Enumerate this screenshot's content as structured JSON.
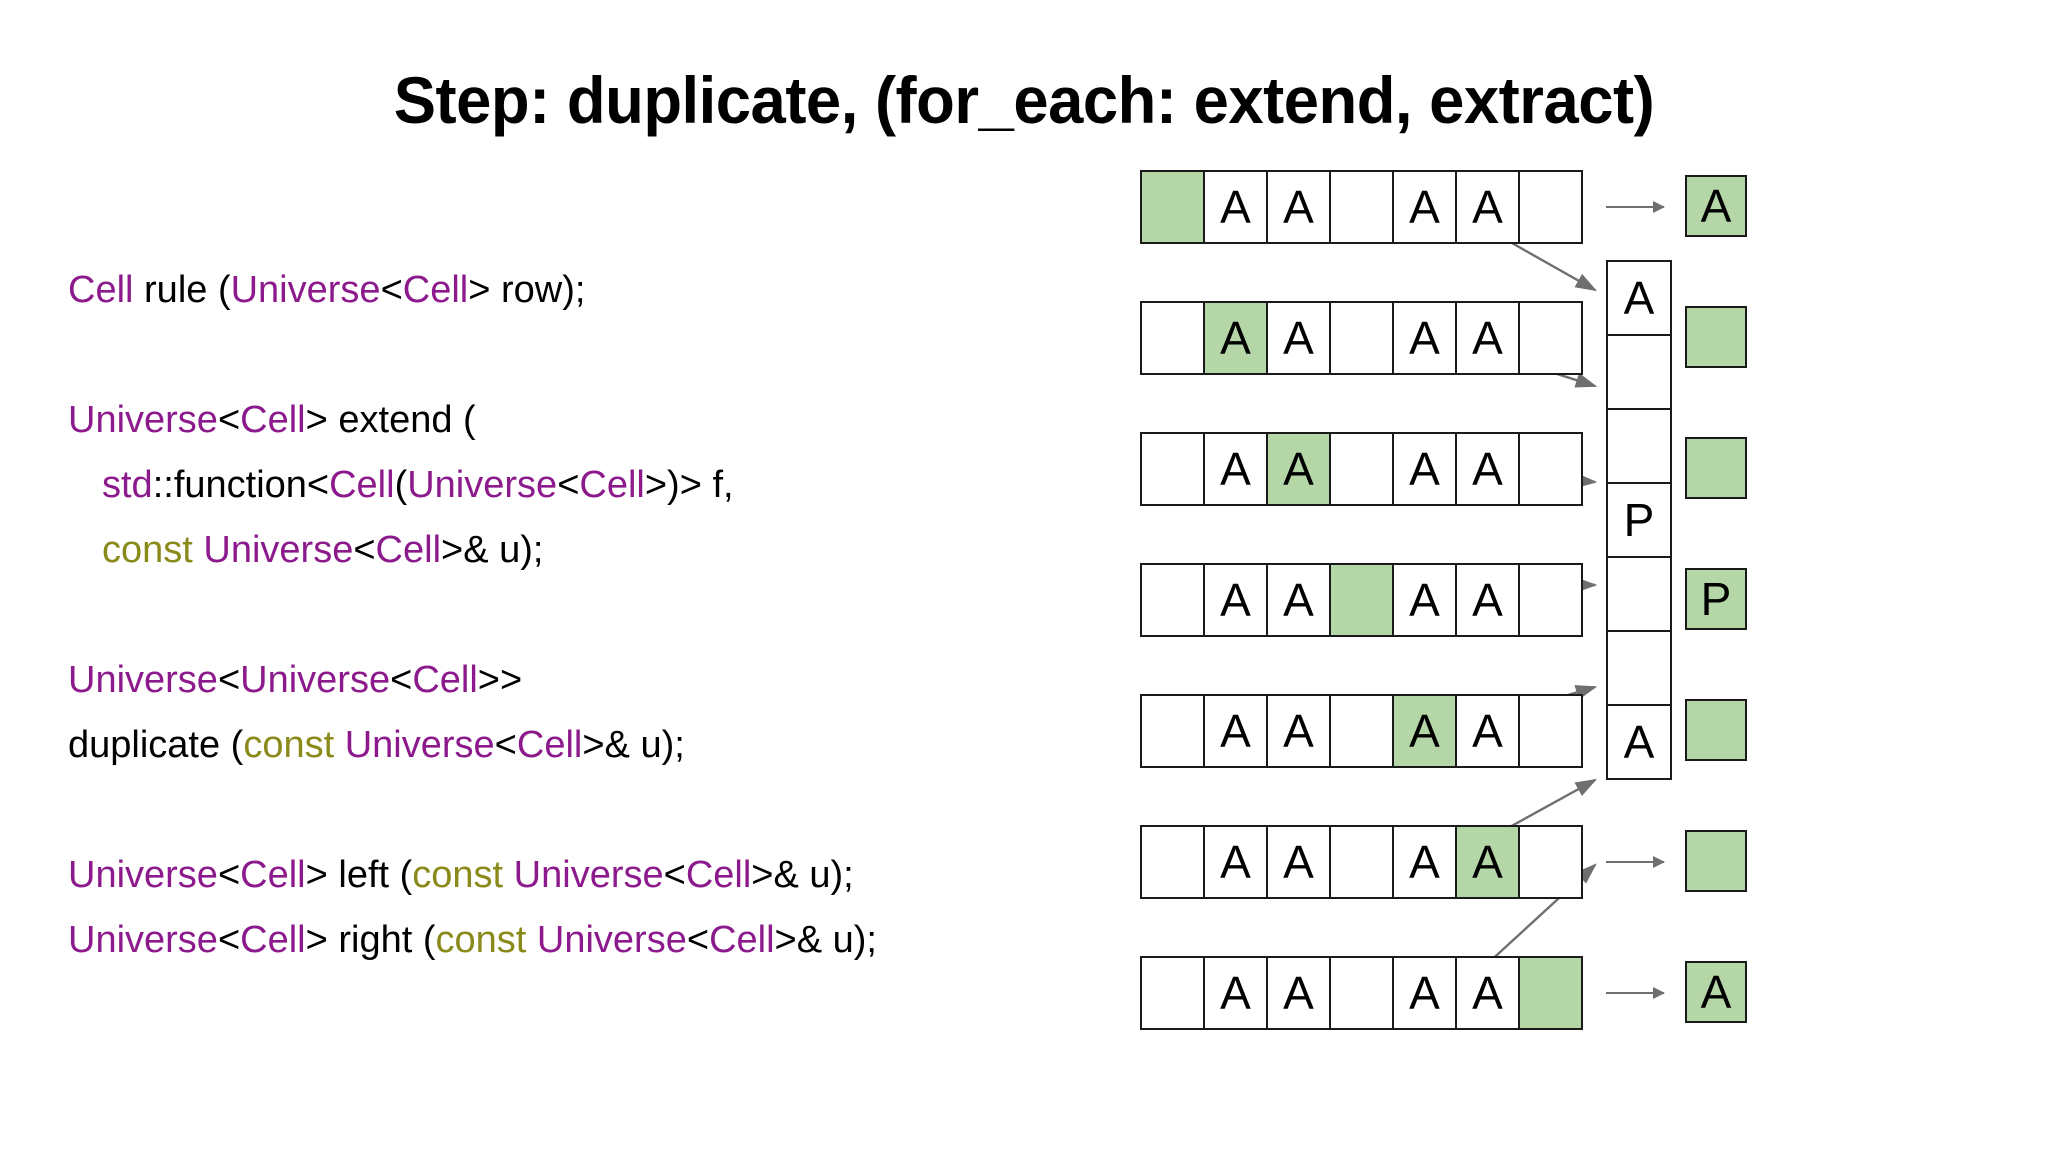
{
  "slide": {
    "title": "Step: duplicate, (for_each: extend, extract)",
    "background": "#ffffff"
  },
  "colors": {
    "type": "#8c1a8c",
    "keyword": "#8a8a1a",
    "plain": "#000000",
    "highlight": "#b5d6a7",
    "border": "#1a1a1a",
    "arrow": "#6f6f6f"
  },
  "code": {
    "lines": [
      {
        "id": "line-rule",
        "tokens": [
          {
            "t": "Cell",
            "c": "tp"
          },
          {
            "t": " rule (",
            "c": "pl"
          },
          {
            "t": "Universe",
            "c": "tp"
          },
          {
            "t": "<",
            "c": "pl"
          },
          {
            "t": "Cell",
            "c": "tp"
          },
          {
            "t": "> row);",
            "c": "pl"
          }
        ]
      },
      {
        "id": "blank-1",
        "tokens": []
      },
      {
        "id": "line-extend",
        "tokens": [
          {
            "t": "Universe",
            "c": "tp"
          },
          {
            "t": "<",
            "c": "pl"
          },
          {
            "t": "Cell",
            "c": "tp"
          },
          {
            "t": "> extend (",
            "c": "pl"
          }
        ]
      },
      {
        "id": "line-extend-arg1",
        "indent": true,
        "tokens": [
          {
            "t": "std",
            "c": "tp"
          },
          {
            "t": "::function<",
            "c": "pl"
          },
          {
            "t": "Cell",
            "c": "tp"
          },
          {
            "t": "(",
            "c": "pl"
          },
          {
            "t": "Universe",
            "c": "tp"
          },
          {
            "t": "<",
            "c": "pl"
          },
          {
            "t": "Cell",
            "c": "tp"
          },
          {
            "t": ">)> f,",
            "c": "pl"
          }
        ]
      },
      {
        "id": "line-extend-arg2",
        "indent": true,
        "tokens": [
          {
            "t": "const",
            "c": "kw"
          },
          {
            "t": " ",
            "c": "pl"
          },
          {
            "t": "Universe",
            "c": "tp"
          },
          {
            "t": "<",
            "c": "pl"
          },
          {
            "t": "Cell",
            "c": "tp"
          },
          {
            "t": ">& u);",
            "c": "pl"
          }
        ]
      },
      {
        "id": "blank-2",
        "tokens": []
      },
      {
        "id": "line-dup-ret",
        "tokens": [
          {
            "t": "Universe",
            "c": "tp"
          },
          {
            "t": "<",
            "c": "pl"
          },
          {
            "t": "Universe",
            "c": "tp"
          },
          {
            "t": "<",
            "c": "pl"
          },
          {
            "t": "Cell",
            "c": "tp"
          },
          {
            "t": ">>",
            "c": "pl"
          }
        ]
      },
      {
        "id": "line-dup-sig",
        "tokens": [
          {
            "t": "duplicate (",
            "c": "pl"
          },
          {
            "t": "const",
            "c": "kw"
          },
          {
            "t": " ",
            "c": "pl"
          },
          {
            "t": "Universe",
            "c": "tp"
          },
          {
            "t": "<",
            "c": "pl"
          },
          {
            "t": "Cell",
            "c": "tp"
          },
          {
            "t": ">& u);",
            "c": "pl"
          }
        ]
      },
      {
        "id": "blank-3",
        "tokens": []
      },
      {
        "id": "line-left",
        "tokens": [
          {
            "t": "Universe",
            "c": "tp"
          },
          {
            "t": "<",
            "c": "pl"
          },
          {
            "t": "Cell",
            "c": "tp"
          },
          {
            "t": "> left (",
            "c": "pl"
          },
          {
            "t": "const",
            "c": "kw"
          },
          {
            "t": " ",
            "c": "pl"
          },
          {
            "t": "Universe",
            "c": "tp"
          },
          {
            "t": "<",
            "c": "pl"
          },
          {
            "t": "Cell",
            "c": "tp"
          },
          {
            "t": ">& u);",
            "c": "pl"
          }
        ]
      },
      {
        "id": "line-right",
        "tokens": [
          {
            "t": "Universe",
            "c": "tp"
          },
          {
            "t": "<",
            "c": "pl"
          },
          {
            "t": "Cell",
            "c": "tp"
          },
          {
            "t": "> right (",
            "c": "pl"
          },
          {
            "t": "const",
            "c": "kw"
          },
          {
            "t": " ",
            "c": "pl"
          },
          {
            "t": "Universe",
            "c": "tp"
          },
          {
            "t": "<",
            "c": "pl"
          },
          {
            "t": "Cell",
            "c": "tp"
          },
          {
            "t": ">& u);",
            "c": "pl"
          }
        ]
      }
    ]
  },
  "diagram": {
    "row_pattern": [
      "",
      "A",
      "A",
      "",
      "A",
      "A",
      ""
    ],
    "rows": [
      {
        "index": 0,
        "highlight": 0,
        "result": "A"
      },
      {
        "index": 1,
        "highlight": 1,
        "result": ""
      },
      {
        "index": 2,
        "highlight": 2,
        "result": ""
      },
      {
        "index": 3,
        "highlight": 3,
        "result": "P"
      },
      {
        "index": 4,
        "highlight": 4,
        "result": ""
      },
      {
        "index": 5,
        "highlight": 5,
        "result": ""
      },
      {
        "index": 6,
        "highlight": 6,
        "result": "A"
      }
    ],
    "final_column": [
      "A",
      "",
      "",
      "P",
      "",
      "",
      "A"
    ]
  }
}
